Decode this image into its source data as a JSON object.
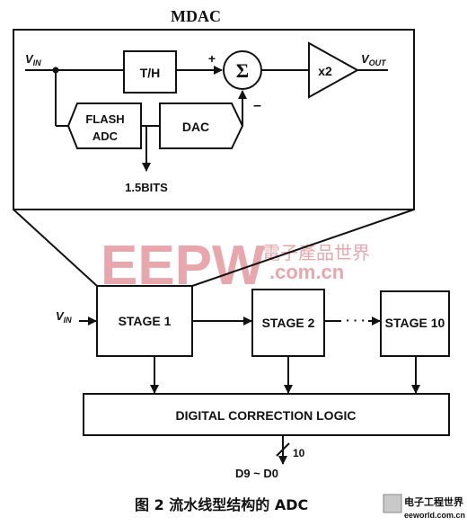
{
  "mdac": {
    "title": "MDAC",
    "vin_main": "V",
    "vin_sub": "IN",
    "th_label": "T/H",
    "plus_sign": "+",
    "minus_sign": "–",
    "sum_symbol": "Σ",
    "amp_label": "x2",
    "vout_main": "V",
    "vout_sub": "OUT",
    "flash_line1": "FLASH",
    "flash_line2": "ADC",
    "dac_label": "DAC",
    "bits_label": "1.5BITS"
  },
  "pipeline": {
    "vin_main": "V",
    "vin_sub": "IN",
    "stages": [
      "STAGE 1",
      "STAGE 2",
      "STAGE 10"
    ],
    "dots": "· · ·",
    "logic_label": "DIGITAL CORRECTION LOGIC",
    "bus_width": "10",
    "output_label": "D9 ~ D0"
  },
  "caption": "图 2  流水线型结构的 ADC",
  "watermark": {
    "logo": "EEPW",
    "cn": "電子產品世界",
    "url": ".com.cn"
  },
  "corner_logo": {
    "cn": "电子工程世界",
    "url": "eeworld.com.cn"
  }
}
